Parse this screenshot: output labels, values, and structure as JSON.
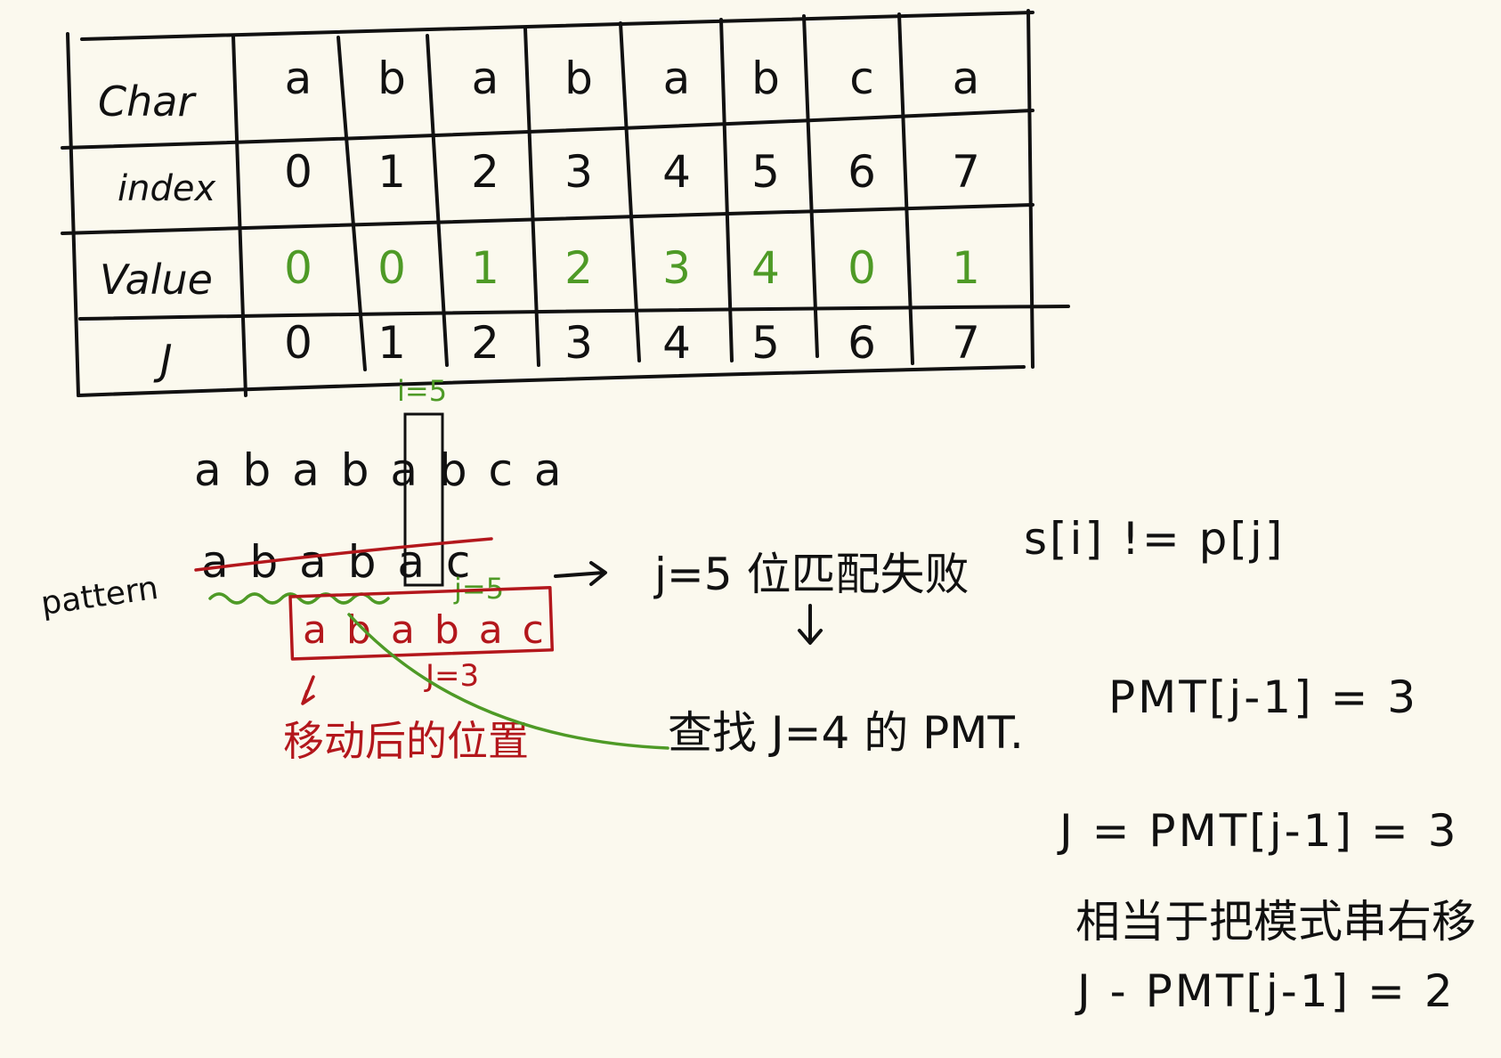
{
  "table": {
    "row_headers": [
      "Char",
      "index",
      "Value",
      "J"
    ],
    "chars": [
      "a",
      "b",
      "a",
      "b",
      "a",
      "b",
      "c",
      "a"
    ],
    "index": [
      "0",
      "1",
      "2",
      "3",
      "4",
      "5",
      "6",
      "7"
    ],
    "value": [
      "0",
      "0",
      "1",
      "2",
      "3",
      "4",
      "0",
      "1"
    ],
    "j": [
      "0",
      "1",
      "2",
      "3",
      "4",
      "5",
      "6",
      "7"
    ]
  },
  "annotations": {
    "i_label": "i=5",
    "text_string": "a b a b a b c a",
    "pattern_label": "pattern",
    "pattern_string": "a b a b a c",
    "j_label": "j=5",
    "shifted_pattern": "a b a b a c",
    "shifted_j": "J=3",
    "moved_position_label": "移动后的位置",
    "mismatch_text": "j=5 位匹配失败",
    "mismatch_condition": "s[i] != p[j]",
    "lookup_text": "查找 J=4 的 PMT.",
    "pmt_result": "PMT[j-1] = 3",
    "new_j": "J = PMT[j-1] = 3",
    "shift_note": "相当于把模式串右移",
    "shift_amount": "J - PMT[j-1] = 2"
  },
  "colors": {
    "ink": "#111111",
    "green": "#4e9a26",
    "red": "#b3171c",
    "paper": "#fbf9ee"
  }
}
